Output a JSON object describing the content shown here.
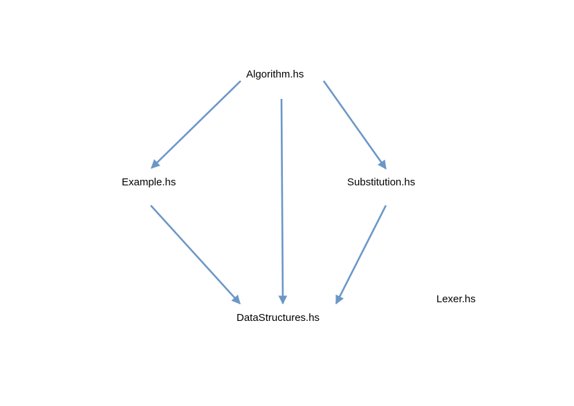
{
  "nodes": {
    "algorithm": "Algorithm.hs",
    "example": "Example.hs",
    "substitution": "Substitution.hs",
    "datastructures": "DataStructures.hs",
    "lexer": "Lexer.hs"
  },
  "edges": [
    {
      "from": "Algorithm.hs",
      "to": "Example.hs"
    },
    {
      "from": "Algorithm.hs",
      "to": "DataStructures.hs"
    },
    {
      "from": "Algorithm.hs",
      "to": "Substitution.hs"
    },
    {
      "from": "Example.hs",
      "to": "DataStructures.hs"
    },
    {
      "from": "Substitution.hs",
      "to": "DataStructures.hs"
    }
  ],
  "colors": {
    "arrow": "#6b97c7",
    "text": "#000000",
    "background": "#ffffff"
  }
}
